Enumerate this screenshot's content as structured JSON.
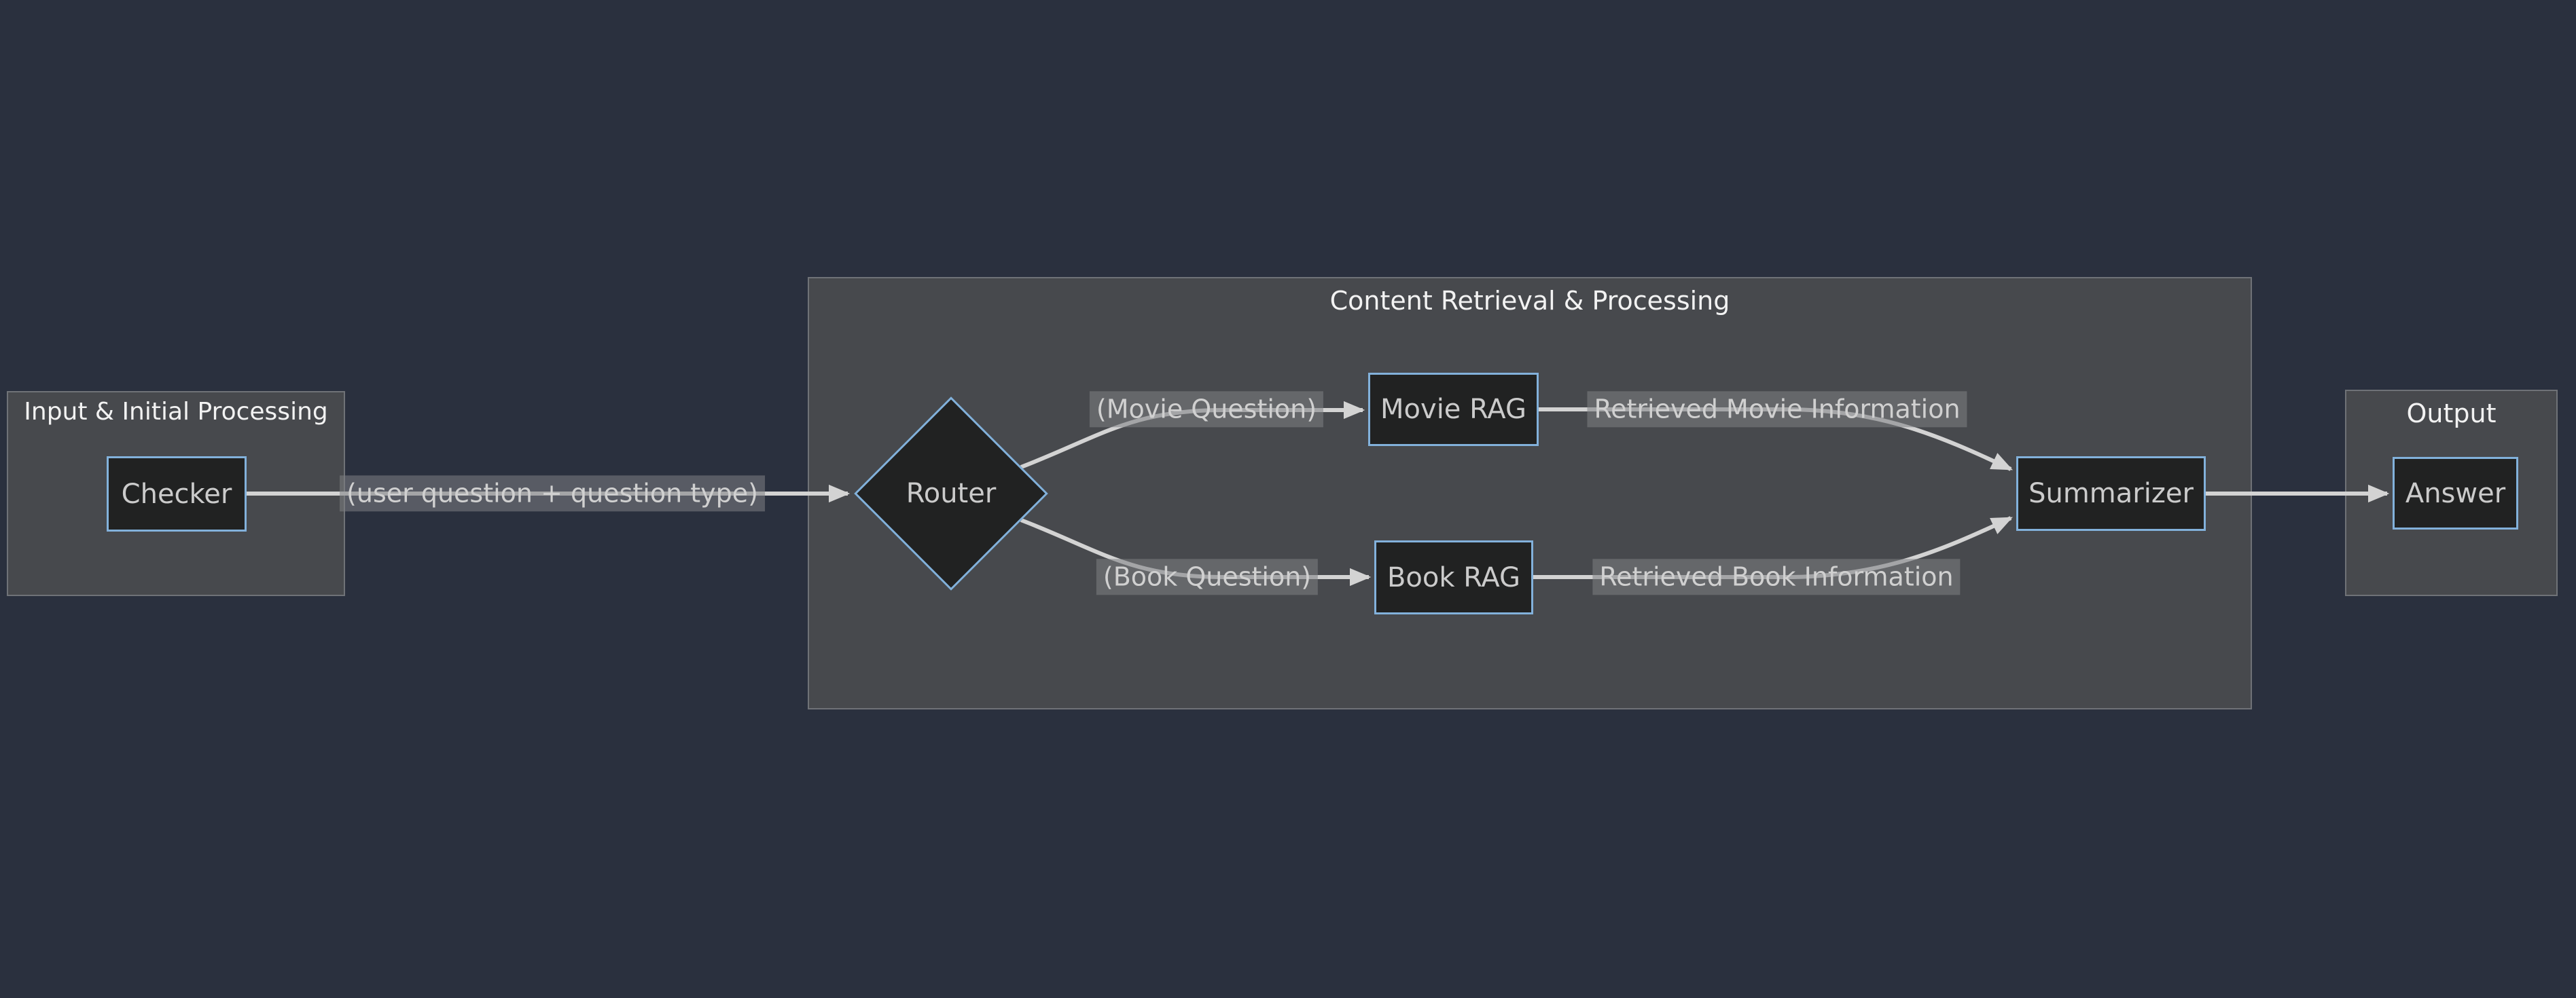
{
  "diagram": {
    "clusters": {
      "input": {
        "title": "Input & Initial Processing"
      },
      "content": {
        "title": "Content Retrieval & Processing"
      },
      "output": {
        "title": "Output"
      }
    },
    "nodes": {
      "checker": {
        "label": "Checker"
      },
      "router": {
        "label": "Router"
      },
      "movie_rag": {
        "label": "Movie RAG"
      },
      "book_rag": {
        "label": "Book RAG"
      },
      "summarizer": {
        "label": "Summarizer"
      },
      "answer": {
        "label": "Answer"
      }
    },
    "edge_labels": {
      "user_question": {
        "text": "(user question + question type)"
      },
      "movie_question": {
        "text": "(Movie Question)"
      },
      "retrieved_movie": {
        "text": "Retrieved Movie Information"
      },
      "book_question": {
        "text": "(Book Question)"
      },
      "retrieved_book": {
        "text": "Retrieved Book Information"
      }
    },
    "colors": {
      "background": "#2a303e",
      "cluster-fill": "#47494d",
      "cluster-border": "#6f7277",
      "node-fill": "#212222",
      "node-border": "#82b1db",
      "node-text": "#cbcbcb",
      "cluster-title": "#f2f2f2",
      "edge": "#d3d3d3",
      "edge-label-text": "#d0d0d0"
    }
  }
}
